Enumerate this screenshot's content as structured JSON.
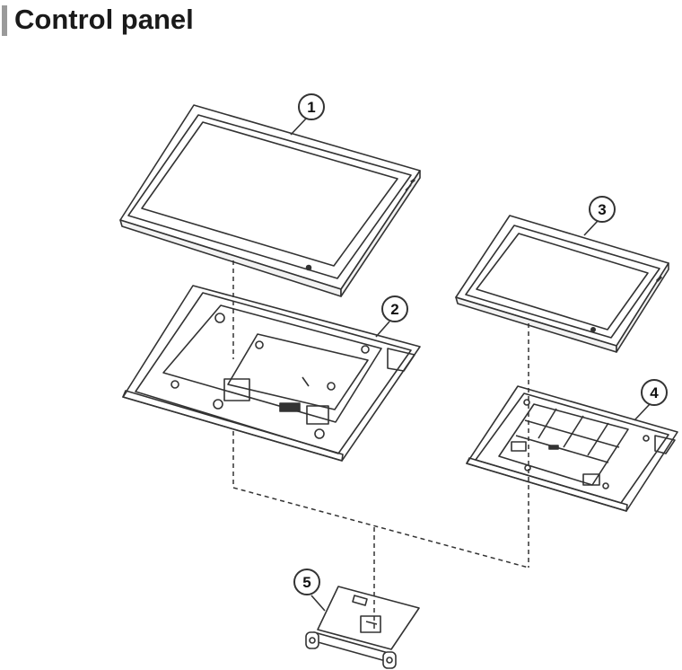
{
  "page": {
    "title": "Control panel"
  },
  "callouts": [
    {
      "id": 1,
      "label": "1"
    },
    {
      "id": 2,
      "label": "2"
    },
    {
      "id": 3,
      "label": "3"
    },
    {
      "id": 4,
      "label": "4"
    },
    {
      "id": 5,
      "label": "5"
    }
  ],
  "colors": {
    "accent_bar": "#9a9a9a",
    "line": "#333333"
  }
}
